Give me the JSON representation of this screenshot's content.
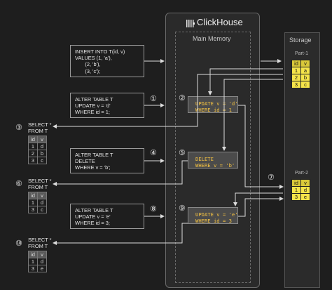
{
  "engine": {
    "name": "ClickHouse",
    "memory_label": "Main Memory"
  },
  "storage": {
    "label": "Storage",
    "part1": "Part-1",
    "part2": "Part-2"
  },
  "statements": {
    "insert": "INSERT INTO T(id, v)\nVALUES (1, 'a'),\n       (2, 'b'),\n       (3, 'c');",
    "alter1": "ALTER TABLE T\nUPDATE v = 'd'\nWHERE id = 1;",
    "alter2": "ALTER TABLE T\nDELETE\nWHERE v = 'b';",
    "alter3": "ALTER TABLE T\nUPDATE v = 'e'\nWHERE id = 3;",
    "select": "SELECT *\nFROM T"
  },
  "markers": {
    "m1": "①",
    "m2": "②",
    "m3": "③",
    "m4": "④",
    "m5": "⑤",
    "m6": "⑥",
    "m7": "⑦",
    "m8": "⑧",
    "m9": "⑨",
    "m10": "⑩"
  },
  "ops": {
    "op2": "UPDATE v = 'd'\nWHERE id = 1",
    "op5": "DELETE\nWHERE v = 'b'",
    "op9": "UPDATE v = 'e'\nWHERE id = 3"
  },
  "columns": [
    "id",
    "v"
  ],
  "result1": [
    [
      "1",
      "d"
    ],
    [
      "2",
      "b"
    ],
    [
      "3",
      "c"
    ]
  ],
  "result2": [
    [
      "1",
      "d"
    ],
    [
      "3",
      "c"
    ]
  ],
  "result3": [
    [
      "1",
      "d"
    ],
    [
      "3",
      "e"
    ]
  ],
  "part1_rows": [
    [
      "1",
      "a"
    ],
    [
      "2",
      "b"
    ],
    [
      "3",
      "c"
    ]
  ],
  "part2_rows": [
    [
      "1",
      "d"
    ],
    [
      "3",
      "e"
    ]
  ],
  "colors": {
    "background": "#1e1e1e",
    "highlight": "#f5e44a",
    "op_text": "#f4c242"
  }
}
